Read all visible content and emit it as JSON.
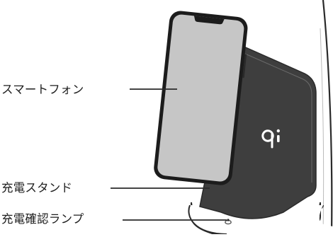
{
  "labels": {
    "smartphone": "スマートフォン",
    "charging_stand": "充電スタンド",
    "charge_lamp": "充電確認ランプ"
  },
  "stand": {
    "logo_text": "qi"
  },
  "colors": {
    "line": "#2a2a2a",
    "text": "#1e1e1e",
    "stand_panel": "#3e3e3e",
    "phone_screen": "#c6c6c6",
    "phone_frame": "#1c1c1c",
    "base": "#ffffff",
    "lamp_ring": "#555555"
  },
  "icons": {
    "qi_logo": "qi-logo-icon",
    "lamp": "indicator-lamp-icon"
  }
}
